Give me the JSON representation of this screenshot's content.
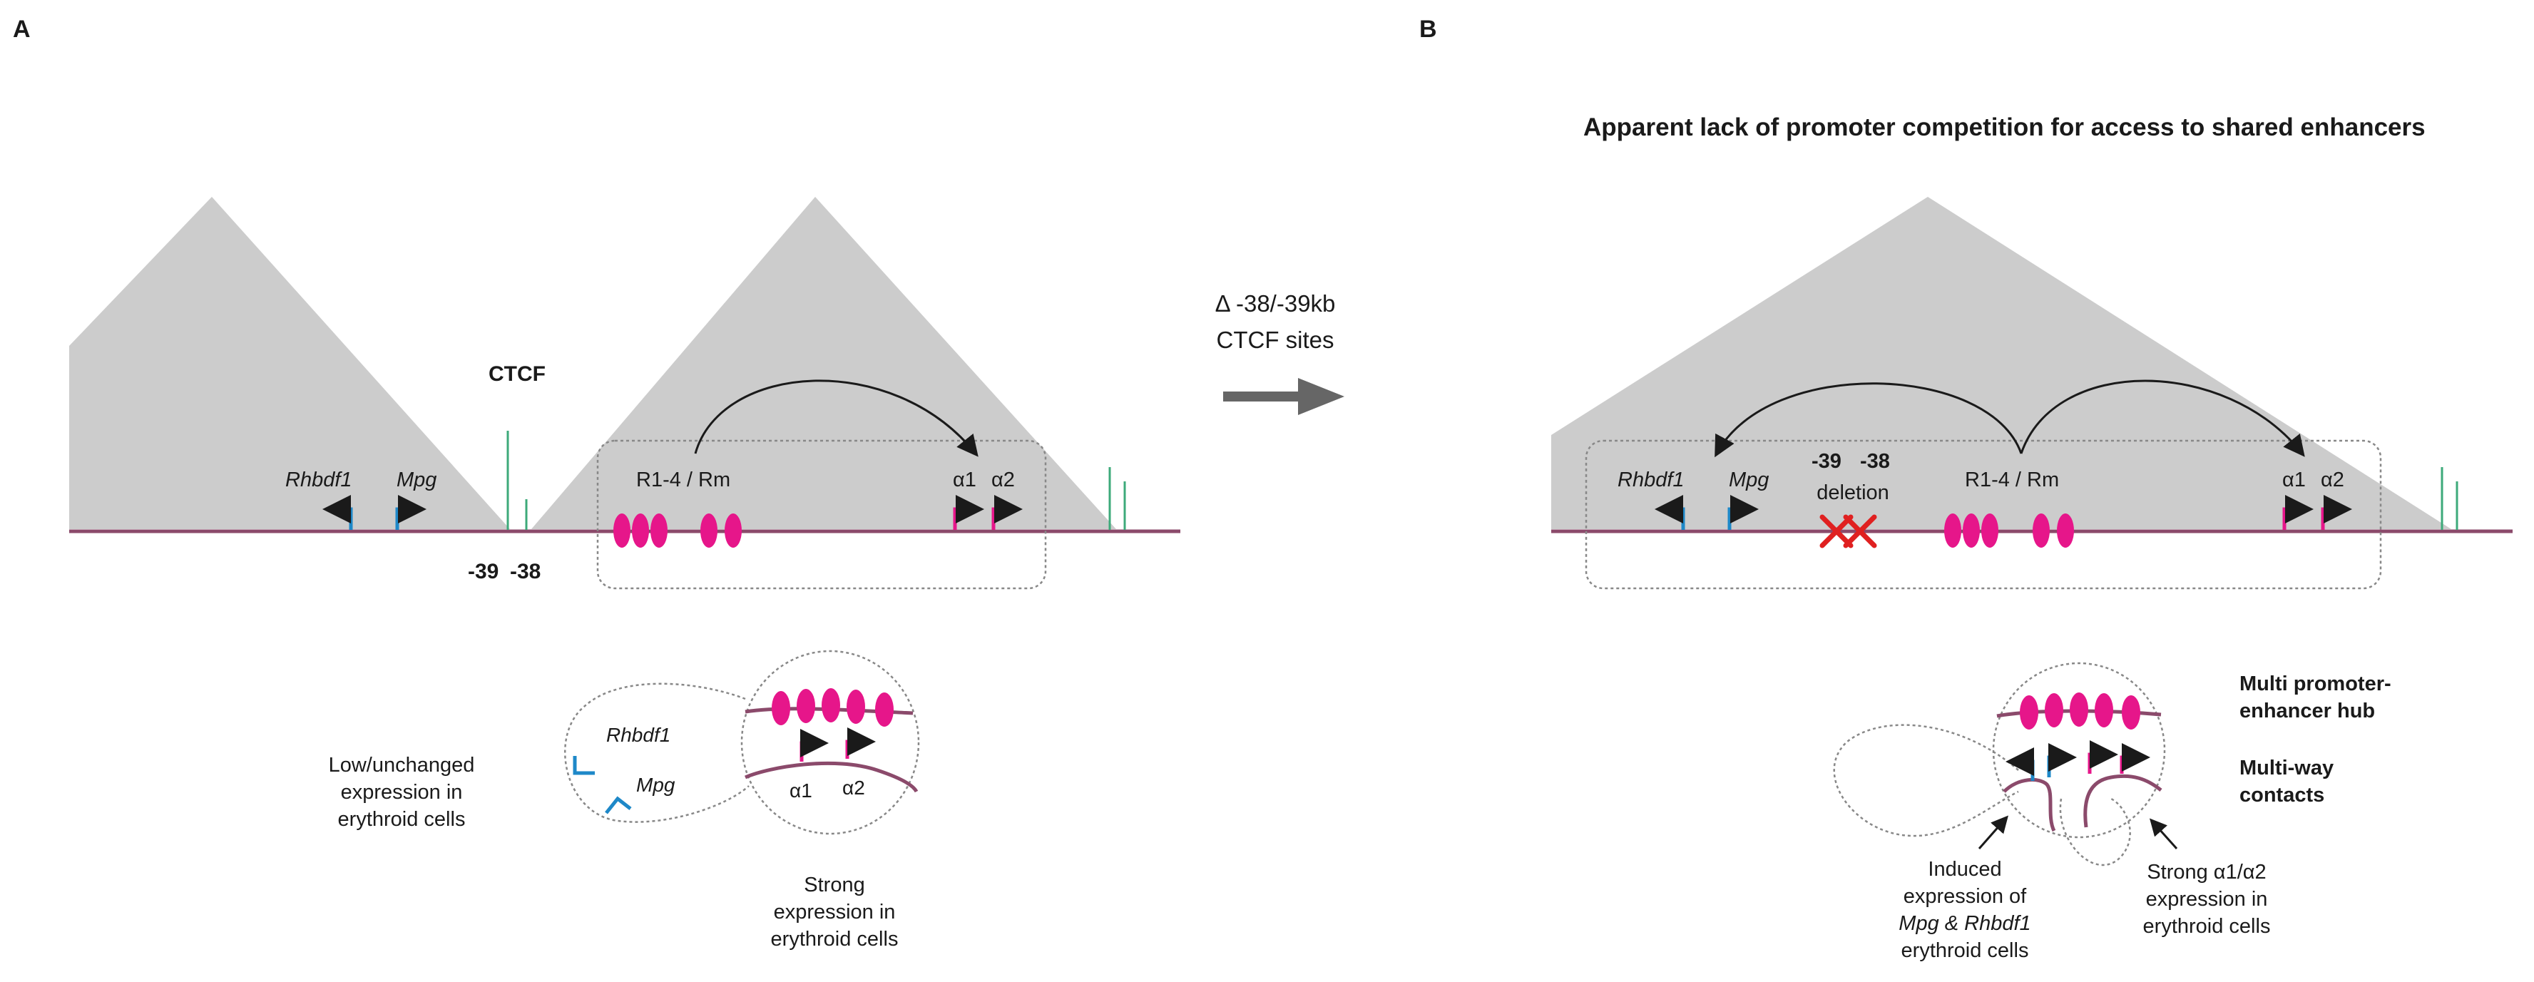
{
  "panel_a": {
    "label": "A",
    "ctcf_label": "CTCF",
    "gene_rhbdf1": "Rhbdf1",
    "gene_mpg": "Mpg",
    "enhancers": "R1-4 / Rm",
    "alpha1": "α1",
    "alpha2": "α2",
    "site_39": "-39",
    "site_38": "-38",
    "hub_rhbdf1": "Rhbdf1",
    "hub_mpg": "Mpg",
    "hub_alpha1": "α1",
    "hub_alpha2": "α2",
    "low_expr": [
      "Low/unchanged",
      "expression in",
      "erythroid cells"
    ],
    "strong_expr": [
      "Strong",
      "expression in",
      "erythroid cells"
    ]
  },
  "transition": {
    "lines": [
      "Δ -38/-39kb",
      "CTCF sites"
    ]
  },
  "panel_b": {
    "label": "B",
    "title": "Apparent lack of promoter competition for access to shared enhancers",
    "gene_rhbdf1": "Rhbdf1",
    "gene_mpg": "Mpg",
    "site_39": "-39",
    "site_38": "-38",
    "deletion": "deletion",
    "enhancers": "R1-4 / Rm",
    "alpha1": "α1",
    "alpha2": "α2",
    "hub_title": [
      "Multi promoter-",
      "enhancer hub"
    ],
    "multiway": [
      "Multi-way",
      "contacts"
    ],
    "induced": [
      "Induced",
      "expression of",
      "Mpg & Rhbdf1",
      "erythroid cells"
    ],
    "strong_a": [
      "Strong α1/α2",
      "expression in",
      "erythroid cells"
    ]
  },
  "colors": {
    "tad_fill": "#cccccc",
    "chromatin": "#8b4a6b",
    "enhancer": "#e6168a",
    "alpha_promoter": "#e6168a",
    "other_promoter": "#1e88c8",
    "ctcf": "#3daa7a",
    "deletion_cross": "#e02020",
    "arrow": "#666666"
  }
}
